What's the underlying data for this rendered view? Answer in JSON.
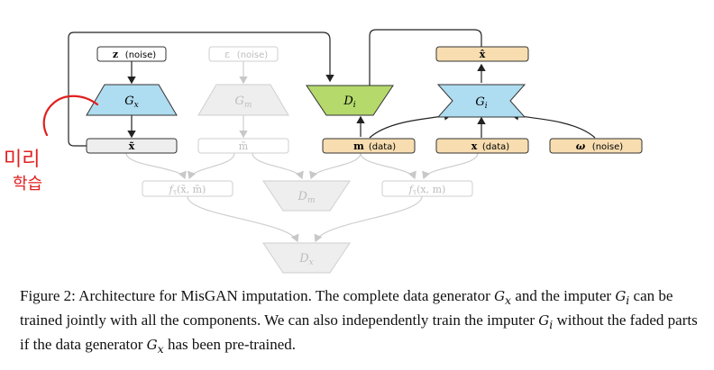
{
  "figure": {
    "nodes": {
      "z_noise": {
        "sym": "z",
        "note": "(noise)"
      },
      "eps_noise": {
        "sym": "ε",
        "note": "(noise)"
      },
      "gx": {
        "label": "G",
        "sub": "x"
      },
      "gm": {
        "label": "G",
        "sub": "m"
      },
      "di": {
        "label": "D",
        "sub": "i"
      },
      "gi": {
        "label": "G",
        "sub": "i"
      },
      "xhat": {
        "sym": "x̂"
      },
      "xtilde": {
        "sym": "x̃"
      },
      "mtilde": {
        "sym": "m̃"
      },
      "m_data": {
        "sym": "m",
        "note": "(data)"
      },
      "x_data": {
        "sym": "x",
        "note": "(data)"
      },
      "omega_noise": {
        "sym": "ω",
        "note": "(noise)"
      },
      "f1": {
        "label": "f",
        "sub": "τ",
        "args": "(x̃, m̃)"
      },
      "f2": {
        "label": "f",
        "sub": "τ",
        "args": "(x, m)"
      },
      "dm": {
        "label": "D",
        "sub": "m"
      },
      "dx": {
        "label": "D",
        "sub": "x"
      }
    },
    "annotation": {
      "line1": "미리",
      "line2": "학습"
    },
    "colors": {
      "blue": "#aedcf0",
      "green": "#b5d96b",
      "orange": "#f7ddb0",
      "faded": "#bdbdbd",
      "red": "#e02020"
    }
  },
  "caption": {
    "prefix": "Figure 2: Architecture for MisGAN imputation. The complete data generator ",
    "p1_var": "G",
    "p1_sub": "x",
    "p2": " and the imputer ",
    "p2_var": "G",
    "p2_sub": "i",
    "p3": " can be trained jointly with all the components. We can also independently train the imputer ",
    "p3_var": "G",
    "p3_sub": "i",
    "p4": " without the faded parts if the data generator ",
    "p4_var": "G",
    "p4_sub": "x",
    "p5": " has been pre-trained."
  }
}
